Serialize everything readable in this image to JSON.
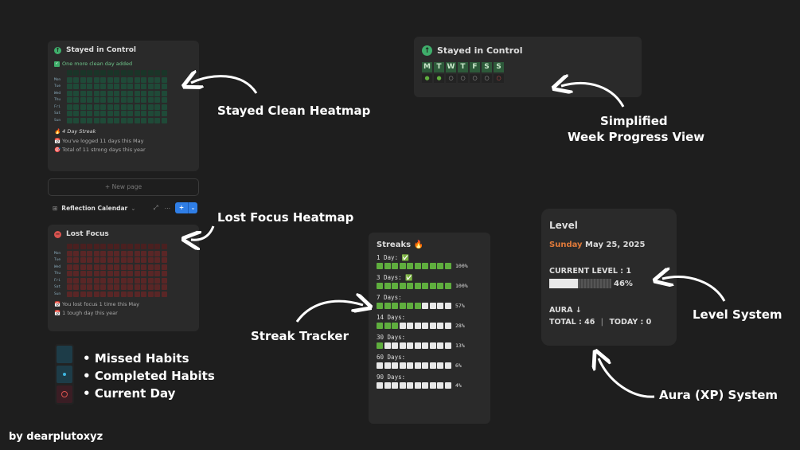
{
  "stayed_heatmap": {
    "title": "Stayed in Control",
    "added_note": "One more clean day added",
    "days": [
      "Mon",
      "Tue",
      "Wed",
      "Thu",
      "Fri",
      "Sat",
      "Sun"
    ],
    "streak": "4 Day Streak",
    "logged": "You've logged 11 days this May",
    "total": "Total of 11 strong days this year",
    "accent": "#3fae6b"
  },
  "new_page": "New page",
  "calendar_bar": {
    "label": "Reflection Calendar",
    "add": "+",
    "accent": "#2f7ee6"
  },
  "lost_heatmap": {
    "title": "Lost Focus",
    "days": [
      "Mon",
      "Tue",
      "Wed",
      "Thu",
      "Fri",
      "Sat",
      "Sun"
    ],
    "lost_note": "You lost focus 1 time this May",
    "tough": "1 tough day this year",
    "accent": "#d9534f"
  },
  "legend": {
    "items": [
      "Missed Habits",
      "Completed Habits",
      "Current Day"
    ]
  },
  "credit": "by dearplutoxyz",
  "week_view": {
    "title": "Stayed in Control",
    "days": [
      "M",
      "T",
      "W",
      "T",
      "F",
      "S",
      "S"
    ],
    "marks": [
      "●",
      "●",
      "○",
      "○",
      "○",
      "○",
      "○"
    ]
  },
  "streaks": {
    "title": "Streaks 🔥",
    "rows": [
      {
        "label": "1 Day: ✅",
        "filled": 10,
        "pct": "100%"
      },
      {
        "label": "3 Days: ✅",
        "filled": 10,
        "pct": "100%"
      },
      {
        "label": "7 Days:",
        "filled": 6,
        "pct": "57%"
      },
      {
        "label": "14 Days:",
        "filled": 3,
        "pct": "28%"
      },
      {
        "label": "30 Days:",
        "filled": 1,
        "pct": "13%"
      },
      {
        "label": "60 Days:",
        "filled": 0,
        "pct": "6%"
      },
      {
        "label": "90 Days:",
        "filled": 0,
        "pct": "4%"
      }
    ]
  },
  "level": {
    "title": "Level",
    "day": "Sunday",
    "date": "May 25, 2025",
    "current": "CURRENT LEVEL : 1",
    "progress": 0.46,
    "progress_label": "46%",
    "aura": "AURA ↓",
    "total": "TOTAL : 46",
    "sep": "|",
    "today": "TODAY : 0"
  },
  "annotations": {
    "stayed_clean": "Stayed Clean Heatmap",
    "lost_focus": "Lost Focus Heatmap",
    "simplified_1": "Simplified",
    "simplified_2": "Week Progress View",
    "streak_tracker": "Streak Tracker",
    "level_system": "Level System",
    "aura_system": "Aura (XP) System"
  }
}
